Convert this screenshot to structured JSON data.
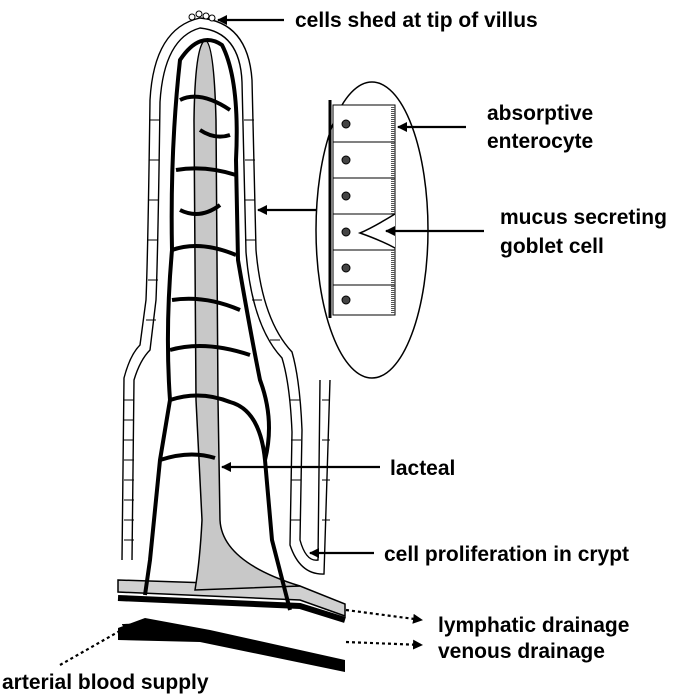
{
  "labels": {
    "cells_shed": "cells shed at tip of villus",
    "absorptive_1": "absorptive",
    "absorptive_2": "enterocyte",
    "mucus_1": "mucus secreting",
    "mucus_2": "goblet cell",
    "lacteal": "lacteal",
    "proliferation": "cell proliferation in crypt",
    "lymphatic": "lymphatic drainage",
    "venous": "venous drainage",
    "arterial": "arterial blood supply"
  },
  "colors": {
    "ink": "#000000",
    "lacteal_fill": "#c8c8c8",
    "background": "#ffffff"
  }
}
